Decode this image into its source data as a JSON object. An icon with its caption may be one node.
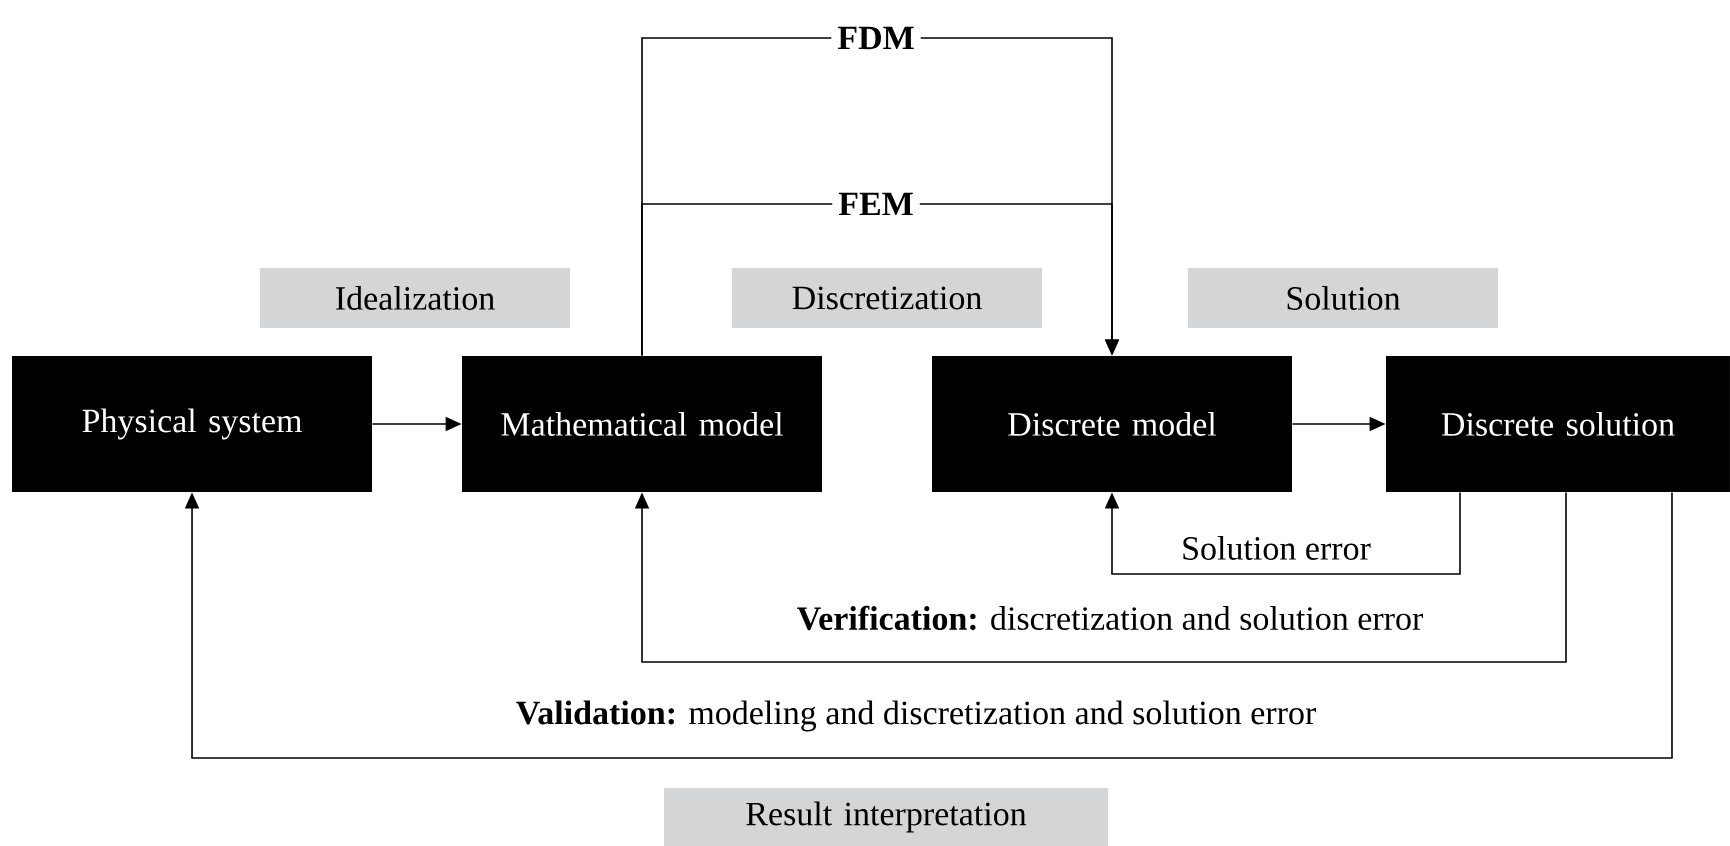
{
  "diagram": {
    "nodes": [
      {
        "text": [
          "Physical system"
        ]
      },
      {
        "text": [
          "Mathematical model"
        ]
      },
      {
        "text": [
          "Discrete model"
        ]
      },
      {
        "text": [
          "Discrete solution"
        ]
      },
      {
        "text": [
          "Idealization"
        ]
      },
      {
        "text": [
          "Discretization"
        ]
      },
      {
        "text": [
          "Solution"
        ]
      },
      {
        "text": [
          "Result interpretation"
        ]
      }
    ],
    "edges": [
      {
        "from": 0,
        "to": 1,
        "arrow": "to"
      },
      {
        "from": 1,
        "to": 2,
        "arrow": "to",
        "label": "**FDM**"
      },
      {
        "from": 1,
        "to": 2,
        "arrow": "to",
        "label": "**FEM**"
      },
      {
        "from": 2,
        "to": 3,
        "arrow": "to"
      },
      {
        "from": 3,
        "to": 2,
        "arrow": "to",
        "label": "Solution error"
      },
      {
        "from": 3,
        "to": 1,
        "arrow": "to",
        "label": "**Verification:** discretization and solution error"
      },
      {
        "from": 3,
        "to": 0,
        "arrow": "to",
        "label": "**Validation:** modeling and discretization and solution error"
      }
    ]
  }
}
